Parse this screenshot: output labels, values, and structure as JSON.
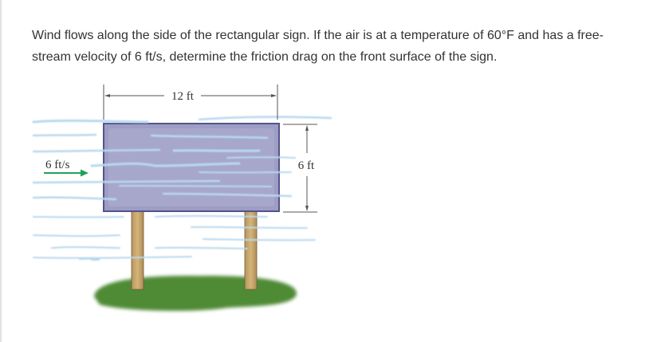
{
  "question": {
    "text": "Wind flows along the side of the rectangular sign. If the air is at a temperature of 60°F and has a free-stream velocity of 6 ft/s, determine the friction drag on the front surface of the sign."
  },
  "figure": {
    "width_label": "12 ft",
    "height_label": "6 ft",
    "velocity_label": "6 ft/s",
    "colors": {
      "sign_fill": "#9d9dc5",
      "sign_border": "#54548a",
      "post": "#c9a66b",
      "ground": "#4f8a35",
      "arrow": "#1fa35a",
      "wind": "#b9d8ef"
    }
  }
}
